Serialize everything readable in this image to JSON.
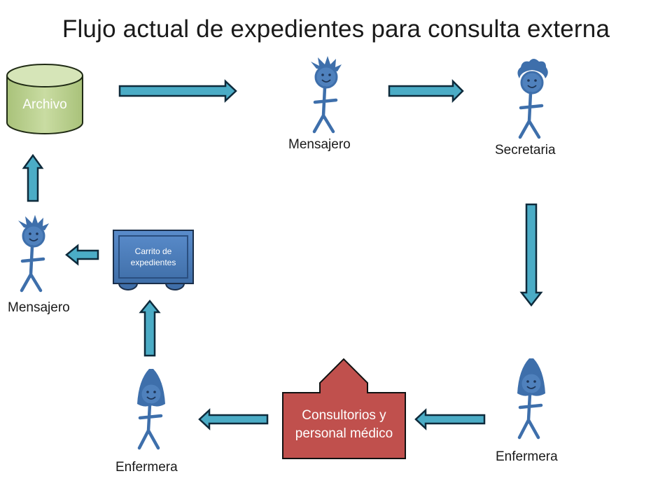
{
  "title": "Flujo actual de expedientes para consulta externa",
  "colors": {
    "arrow_fill": "#4BACC6",
    "arrow_stroke": "#0e2a3b",
    "person": "#3E6FAB",
    "archive_fill": "#C3D69B",
    "cart_fill": "#4F81BD",
    "consult_fill": "#C0504D"
  },
  "nodes": {
    "archive": {
      "label": "Archivo"
    },
    "messenger_top": {
      "label": "Mensajero",
      "icon": "person-spiky-hair-icon"
    },
    "secretary": {
      "label": "Secretaria",
      "icon": "person-curly-hair-icon"
    },
    "nurse_right": {
      "label": "Enfermera",
      "icon": "person-long-hair-icon"
    },
    "consultorios": {
      "label": "Consultorios y personal médico"
    },
    "nurse_left": {
      "label": "Enfermera",
      "icon": "person-long-hair-icon"
    },
    "cart": {
      "label": "Carrito de expedientes",
      "icon": "cart-icon"
    },
    "messenger_left": {
      "label": "Mensajero",
      "icon": "person-spiky-hair-icon"
    }
  },
  "flow": [
    {
      "from": "Archivo",
      "to": "Mensajero"
    },
    {
      "from": "Mensajero",
      "to": "Secretaria"
    },
    {
      "from": "Secretaria",
      "to": "Enfermera"
    },
    {
      "from": "Enfermera",
      "to": "Consultorios y personal médico"
    },
    {
      "from": "Consultorios y personal médico",
      "to": "Enfermera"
    },
    {
      "from": "Enfermera",
      "to": "Carrito de expedientes"
    },
    {
      "from": "Carrito de expedientes",
      "to": "Mensajero"
    },
    {
      "from": "Mensajero",
      "to": "Archivo"
    }
  ]
}
